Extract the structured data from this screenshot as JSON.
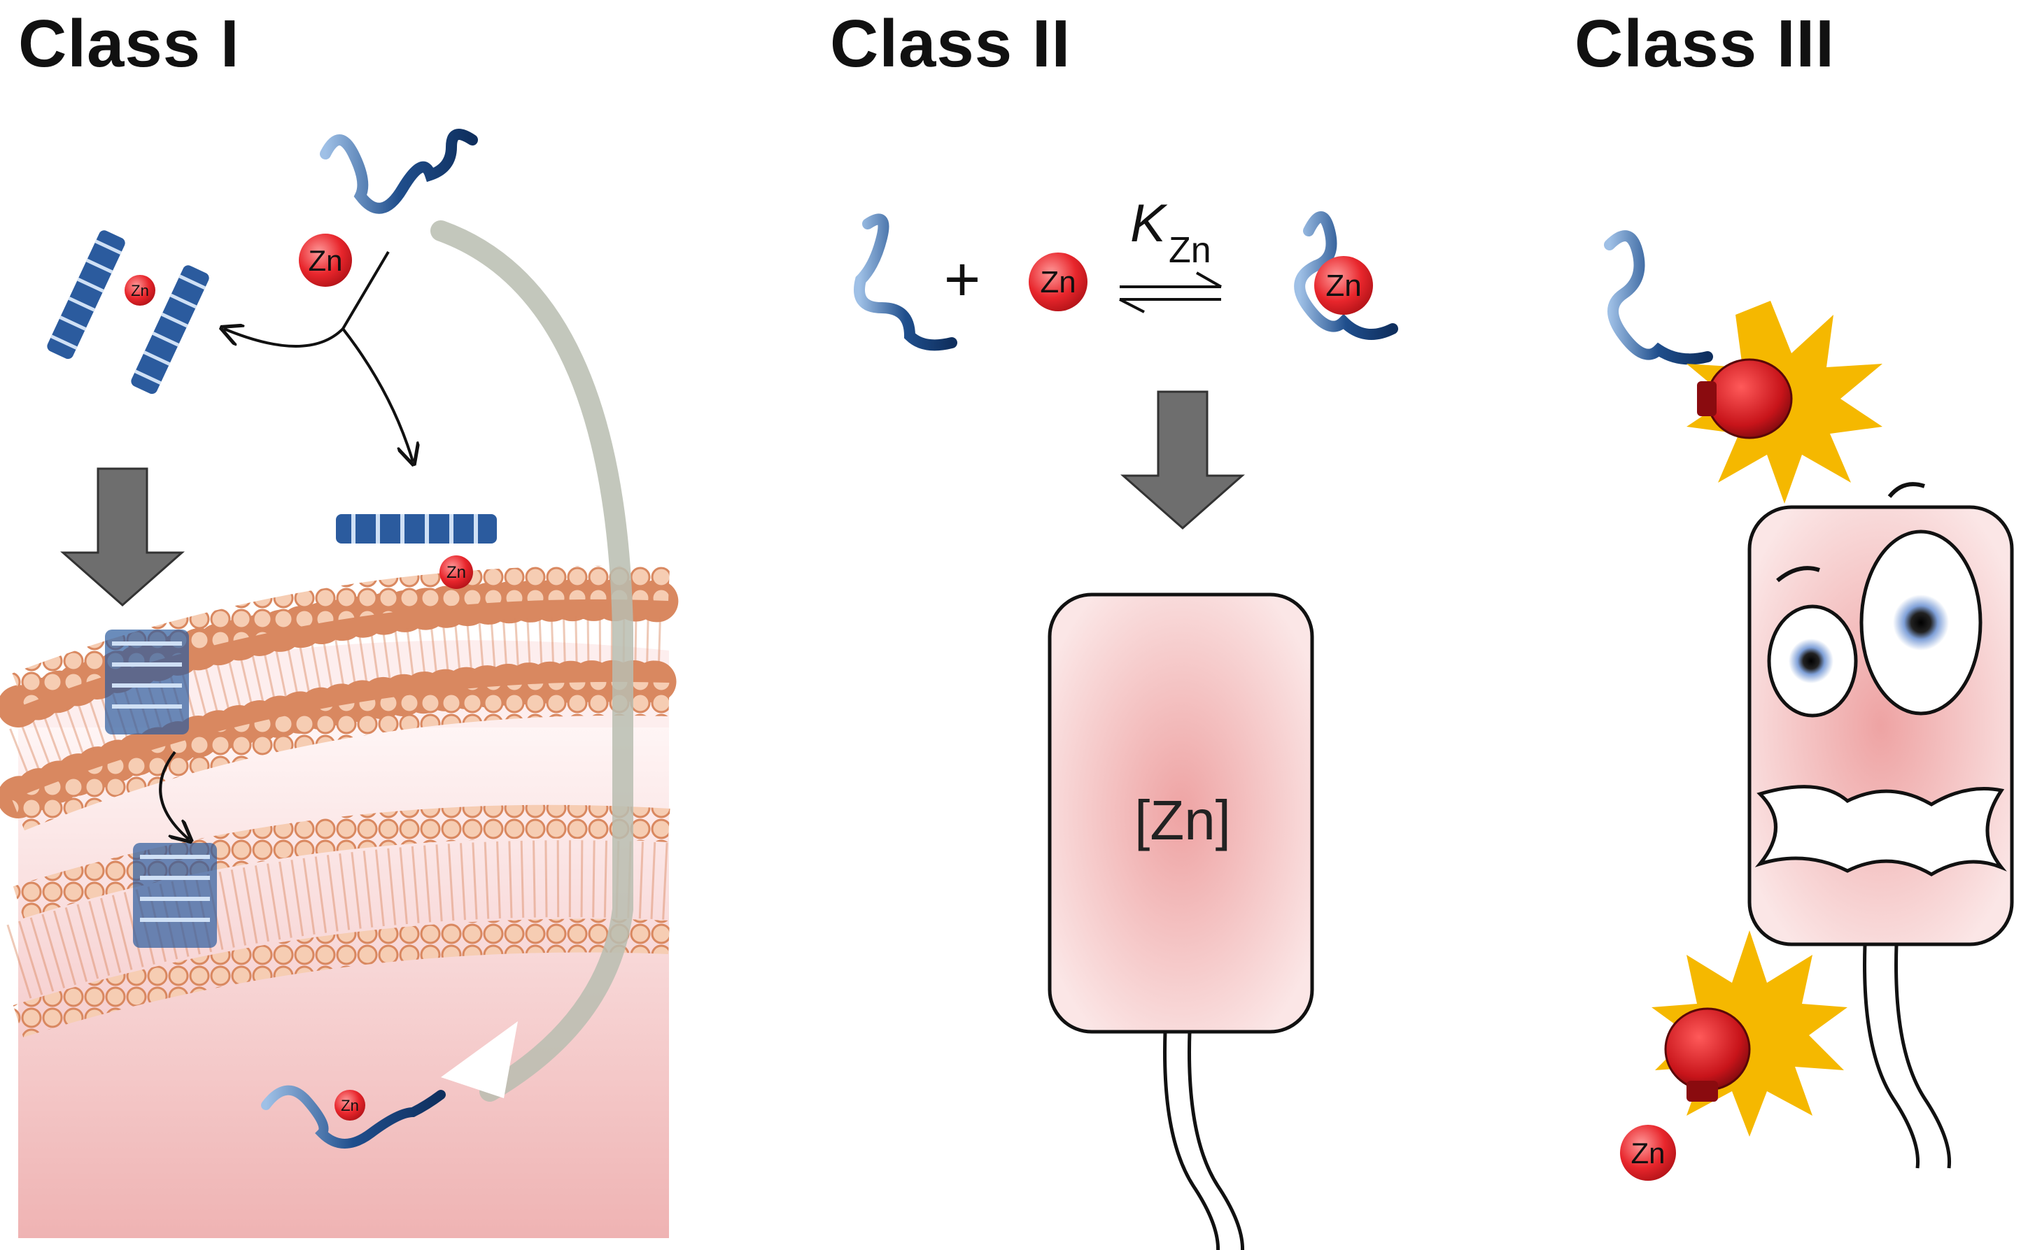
{
  "panels": {
    "class1": {
      "title": "Class I",
      "zn_free": "Zn",
      "zn_bound_dimer": "Zn",
      "zn_surface": "Zn",
      "zn_internal": "Zn"
    },
    "class2": {
      "title": "Class II",
      "plus": "+",
      "zn": "Zn",
      "k_symbol": "K",
      "k_subscript": "Zn",
      "zn_complex": "Zn",
      "cell_label": "[Zn]"
    },
    "class3": {
      "title": "Class III",
      "zn": "Zn"
    }
  },
  "colors": {
    "peptide": "#1f4e8c",
    "zn_ball": "#e8262c",
    "membrane_lipid": "#d98860",
    "cytoplasm": "#f0b8b8",
    "arrow_gray": "#7a7a7a",
    "glove": "#c8141a",
    "burst": "#f5b800"
  }
}
